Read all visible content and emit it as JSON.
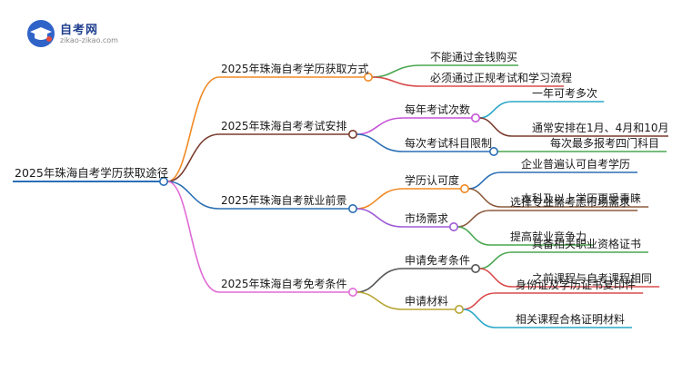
{
  "logo": {
    "name": "自考网",
    "url": "zikao-zikao.com",
    "colors": {
      "badge": "#2f63c8",
      "accent": "#e94b3c"
    }
  },
  "mindmap": {
    "root": {
      "text": "2025年珠海自考学历获取途径"
    },
    "colors": {
      "branch0": "#f08a24",
      "branch1": "#7a3b2e",
      "branch2": "#2a6fb5",
      "branch3": "#e06ad6",
      "sub_fees": "#4aa64f",
      "sub_exam": "#c553d8",
      "sub_limit": "#2a6fb5",
      "sub_degree": "#f08a24",
      "sub_market": "#9f5bd6",
      "sub_exempt": "#555555",
      "sub_materials": "#b8a532",
      "leaf_a": "#4aa64f",
      "leaf_b": "#d94b4b",
      "leaf_c": "#28a6c8",
      "leaf_d": "#7a3b2e",
      "leaf_e": "#2a6fb5",
      "leaf_f": "#8c5a3c"
    },
    "branches": [
      {
        "text": "2025年珠海自考学历获取方式",
        "children": [
          {
            "text": "不能通过金钱购买"
          },
          {
            "text": "必须通过正规考试和学习流程"
          }
        ]
      },
      {
        "text": "2025年珠海自考考试安排",
        "children": [
          {
            "text": "每年考试次数",
            "children": [
              {
                "text": "一年可考多次"
              },
              {
                "text": "通常安排在1月、4月和10月"
              }
            ]
          },
          {
            "text": "每次考试科目限制",
            "children": [
              {
                "text": "每次最多报考四门科目"
              }
            ]
          }
        ]
      },
      {
        "text": "2025年珠海自考就业前景",
        "children": [
          {
            "text": "学历认可度",
            "children": [
              {
                "text": "企业普遍认可自考学历"
              },
              {
                "text": "本科及以上学历更受青睐"
              }
            ]
          },
          {
            "text": "市场需求",
            "children": [
              {
                "text": "选择专业需考虑市场需求"
              },
              {
                "text": "提高就业竞争力"
              }
            ]
          }
        ]
      },
      {
        "text": "2025年珠海自考免考条件",
        "children": [
          {
            "text": "申请免考条件",
            "children": [
              {
                "text": "具备相关职业资格证书"
              },
              {
                "text": "之前课程与自考课程相同"
              }
            ]
          },
          {
            "text": "申请材料",
            "children": [
              {
                "text": "身份证及学历证书复印件"
              },
              {
                "text": "相关课程合格证明材料"
              }
            ]
          }
        ]
      }
    ]
  }
}
